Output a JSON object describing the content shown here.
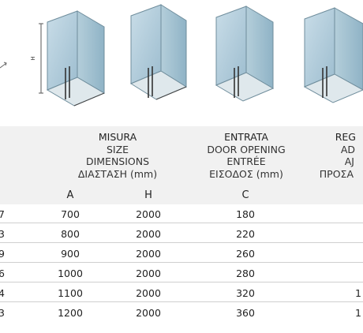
{
  "diagram": {
    "height_label": "H"
  },
  "headers": {
    "misura": [
      "MISURA",
      "SIZE",
      "DIMENSIONS",
      "ΔΙΑΣΤΑΣΗ (mm)"
    ],
    "entrata": [
      "ENTRATA",
      "DOOR OPENING",
      "ENTRÉE",
      "ΕΙΣΟΔΟΣ (mm)"
    ],
    "regolazione": [
      "REG",
      "AD",
      "AJ",
      "ΠΡΟΣΑ"
    ],
    "sub": {
      "a": "A",
      "h": "H",
      "c": "C"
    }
  },
  "rows": [
    {
      "edge": "7",
      "a": "700",
      "h": "2000",
      "c": "180",
      "trail": ""
    },
    {
      "edge": "3",
      "a": "800",
      "h": "2000",
      "c": "220",
      "trail": ""
    },
    {
      "edge": "9",
      "a": "900",
      "h": "2000",
      "c": "260",
      "trail": ""
    },
    {
      "edge": "6",
      "a": "1000",
      "h": "2000",
      "c": "280",
      "trail": ""
    },
    {
      "edge": "4",
      "a": "1100",
      "h": "2000",
      "c": "320",
      "trail": "1"
    },
    {
      "edge": "3",
      "a": "1200",
      "h": "2000",
      "c": "360",
      "trail": "1"
    }
  ]
}
